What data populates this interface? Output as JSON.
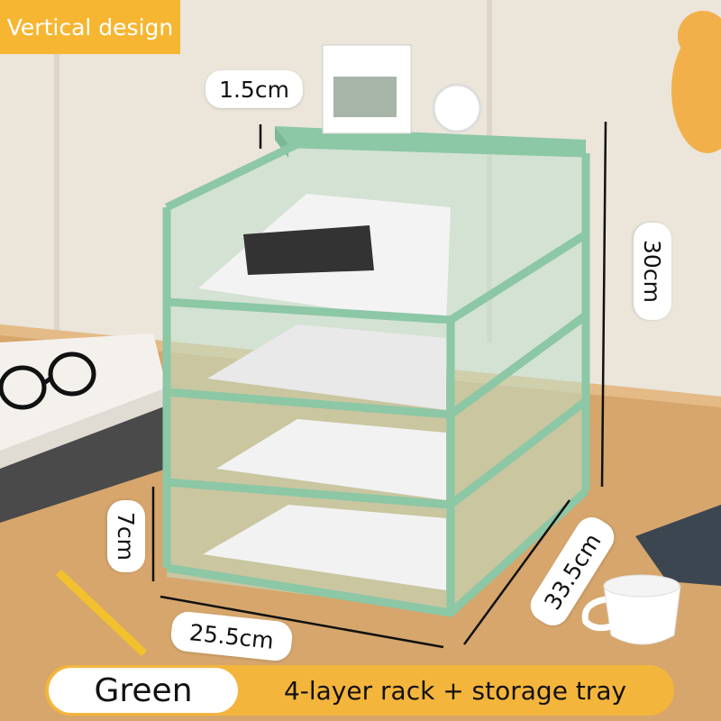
{
  "badge": {
    "label": "Vertical design"
  },
  "dimensions": {
    "tray_lip": "1.5cm",
    "height": "30cm",
    "layer_gap": "7cm",
    "width": "25.5cm",
    "depth": "33.5cm"
  },
  "product": {
    "color": "Green",
    "description": "4-layer rack + storage tray"
  },
  "colors": {
    "accent": "#f4b53c",
    "rack": "#8cc7a6",
    "desk": "#d6a66c",
    "wall": "#ebe5da"
  }
}
